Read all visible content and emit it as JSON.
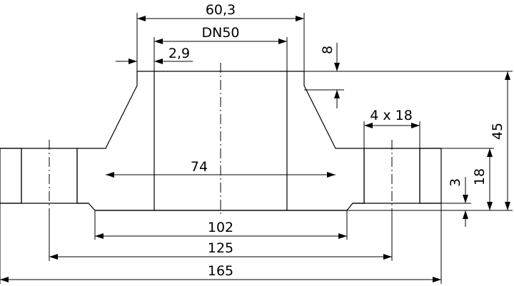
{
  "drawing": {
    "dimensions": {
      "hub_outer_diameter": "60,3",
      "nominal_size": "DN50",
      "wall_thickness": "2,9",
      "hub_lip_height": "8",
      "hub_base_diameter": "74",
      "bolt_holes": "4 x 18",
      "total_height": "45",
      "flange_thickness": "18",
      "raised_face_height": "3",
      "raised_face_diameter": "102",
      "bolt_circle_diameter": "125",
      "flange_outer_diameter": "165"
    }
  }
}
